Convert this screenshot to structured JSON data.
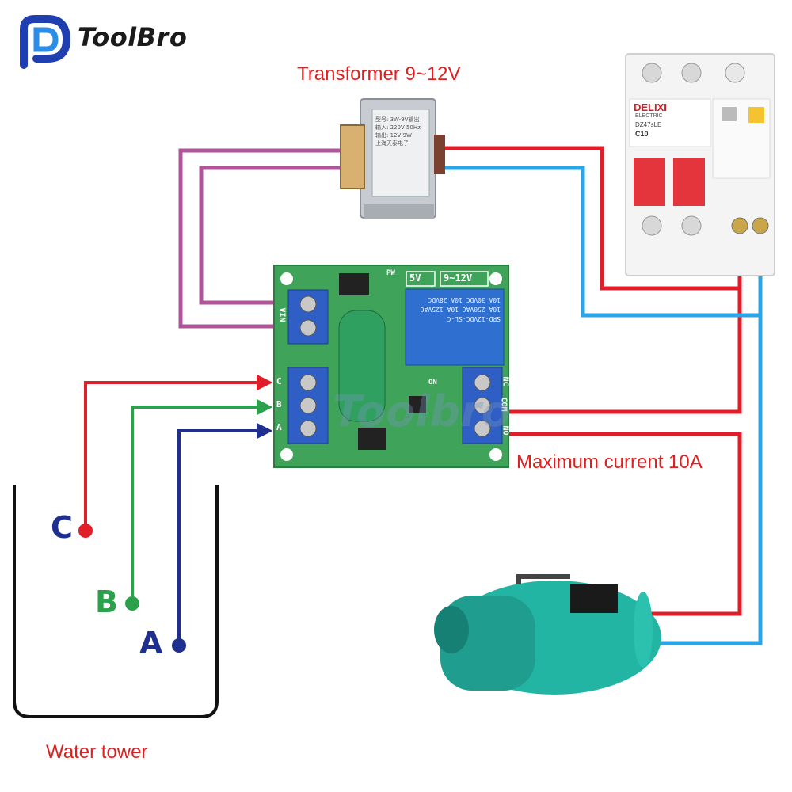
{
  "brand": {
    "name": "ToolBro",
    "watermark": "Toolbro"
  },
  "labels": {
    "transformer": "Transformer 9~12V",
    "max_current": "Maximum current 10A",
    "water_tower": "Water tower"
  },
  "pins": {
    "c": "C",
    "b": "B",
    "a": "A"
  },
  "board": {
    "vin": "VIN",
    "jumper_5v": "5V",
    "jumper_12v": "9~12V",
    "pw": "PW",
    "on": "ON",
    "relay_line1": "SRD-12VDC-SL-C",
    "relay_line2": "10A 250VAC 10A 125VAC",
    "relay_line3": "10A 30VDC 10A 28VDC",
    "input_c": "C",
    "input_b": "B",
    "input_a": "A",
    "out_nc": "NC",
    "out_com": "COM",
    "out_no": "NO"
  },
  "breaker": {
    "brand": "DELIXI",
    "sub": "ELECTRIC",
    "model": "DZ47sLE",
    "rating": "C10"
  },
  "transformer_label": {
    "line1": "型号: 3W-9V输出",
    "line2": "输入: 220V 50Hz",
    "line3": "输出: 12V 9W",
    "line4": "上海天泰电子"
  },
  "colors": {
    "red_wire": "#e21d2a",
    "blue_wire": "#2aa6e8",
    "purple_wire": "#b0559a",
    "green_wire": "#2aa14a",
    "navy_wire": "#1f2f8f",
    "pcb": "#3fa35a",
    "terminal": "#2f5ec4",
    "pump": "#23b5a4"
  },
  "icons": [
    "toolbro-logo-icon",
    "transformer-icon",
    "breaker-icon",
    "relay-board-icon",
    "pump-icon"
  ]
}
